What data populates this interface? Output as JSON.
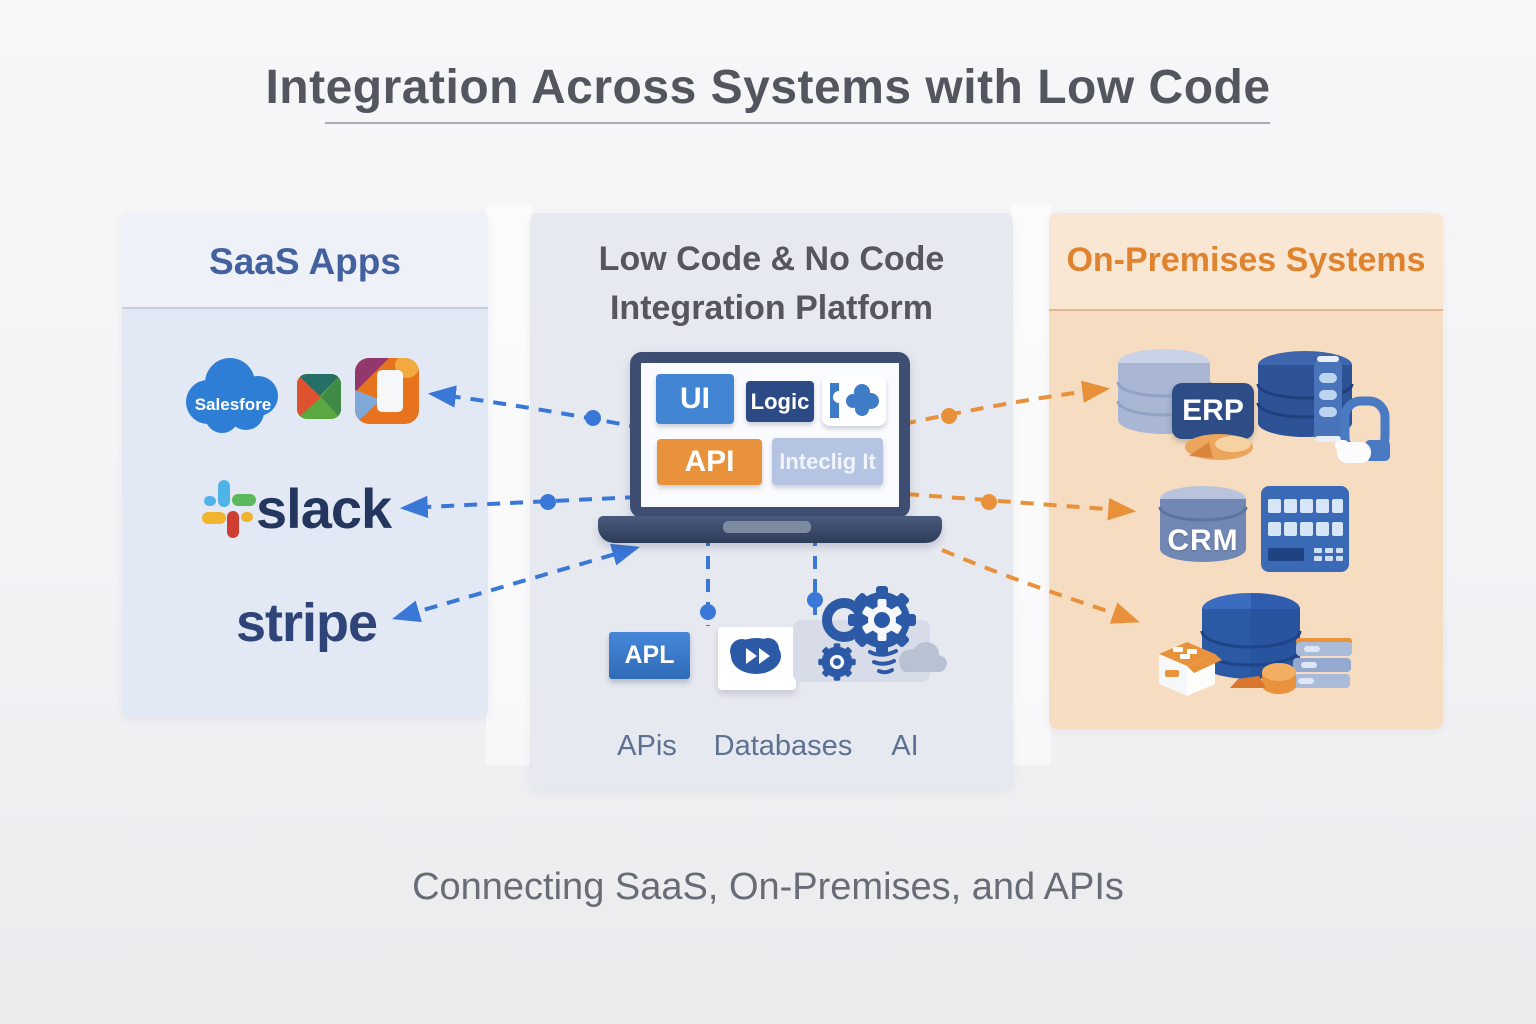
{
  "title": "Integration Across Systems with Low Code",
  "caption": "Connecting SaaS, On-Premises, and APIs",
  "colors": {
    "accent_blue": "#3a78d8",
    "accent_orange": "#e8913a",
    "saas_header_text": "#44619f",
    "platform_header_text": "#56565e",
    "onprem_header_text": "#e0832f"
  },
  "saas": {
    "header": "SaaS Apps",
    "salesforce": "Salesfore",
    "slack": "slack",
    "stripe": "stripe"
  },
  "platform": {
    "header_line1": "Low Code & No Code",
    "header_line2": "Integration Platform",
    "tile_ui": "UI",
    "tile_logic": "Logic",
    "tile_api": "API",
    "tile_intellig": "Inteclig It",
    "chip_api": "APL",
    "label_apis": "APis",
    "label_databases": "Databases",
    "label_ai": "AI"
  },
  "onprem": {
    "header": "On-Premises Systems",
    "erp": "ERP",
    "crm": "CRM"
  }
}
